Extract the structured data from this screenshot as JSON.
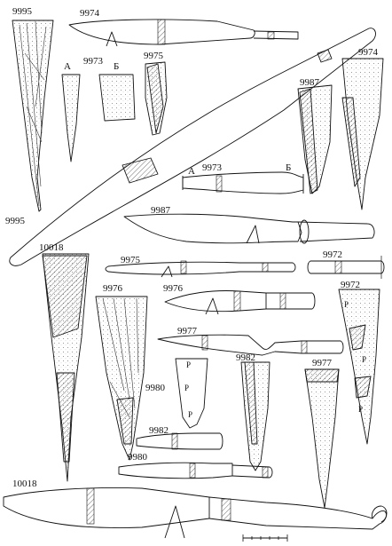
{
  "labels": {
    "k9995_top": "9995",
    "k9974_top": "9974",
    "k9973_top": "9973",
    "k9973_a": "А",
    "k9973_b": "Б",
    "k9975_top": "9975",
    "k9974_right": "9974",
    "k9987_right": "9987",
    "k9973_mid": "9973",
    "k9973_mid_a": "А",
    "k9973_mid_b": "Б",
    "k9987_mid": "9987",
    "k9995_left": "9995",
    "k10018_mid": "10018",
    "k9972_right": "9972",
    "k9975_mid": "9975",
    "k9976_mid": "9976",
    "k9976_left": "9976",
    "k9972_sec": "9972",
    "k9977_mid": "9977",
    "k9980_sec": "9980",
    "k9982_sec": "9982",
    "k9977_sec": "9977",
    "k9982_low": "9982",
    "k9980_low": "9980",
    "k10018_bottom": "10018",
    "mark_p": "Р"
  }
}
